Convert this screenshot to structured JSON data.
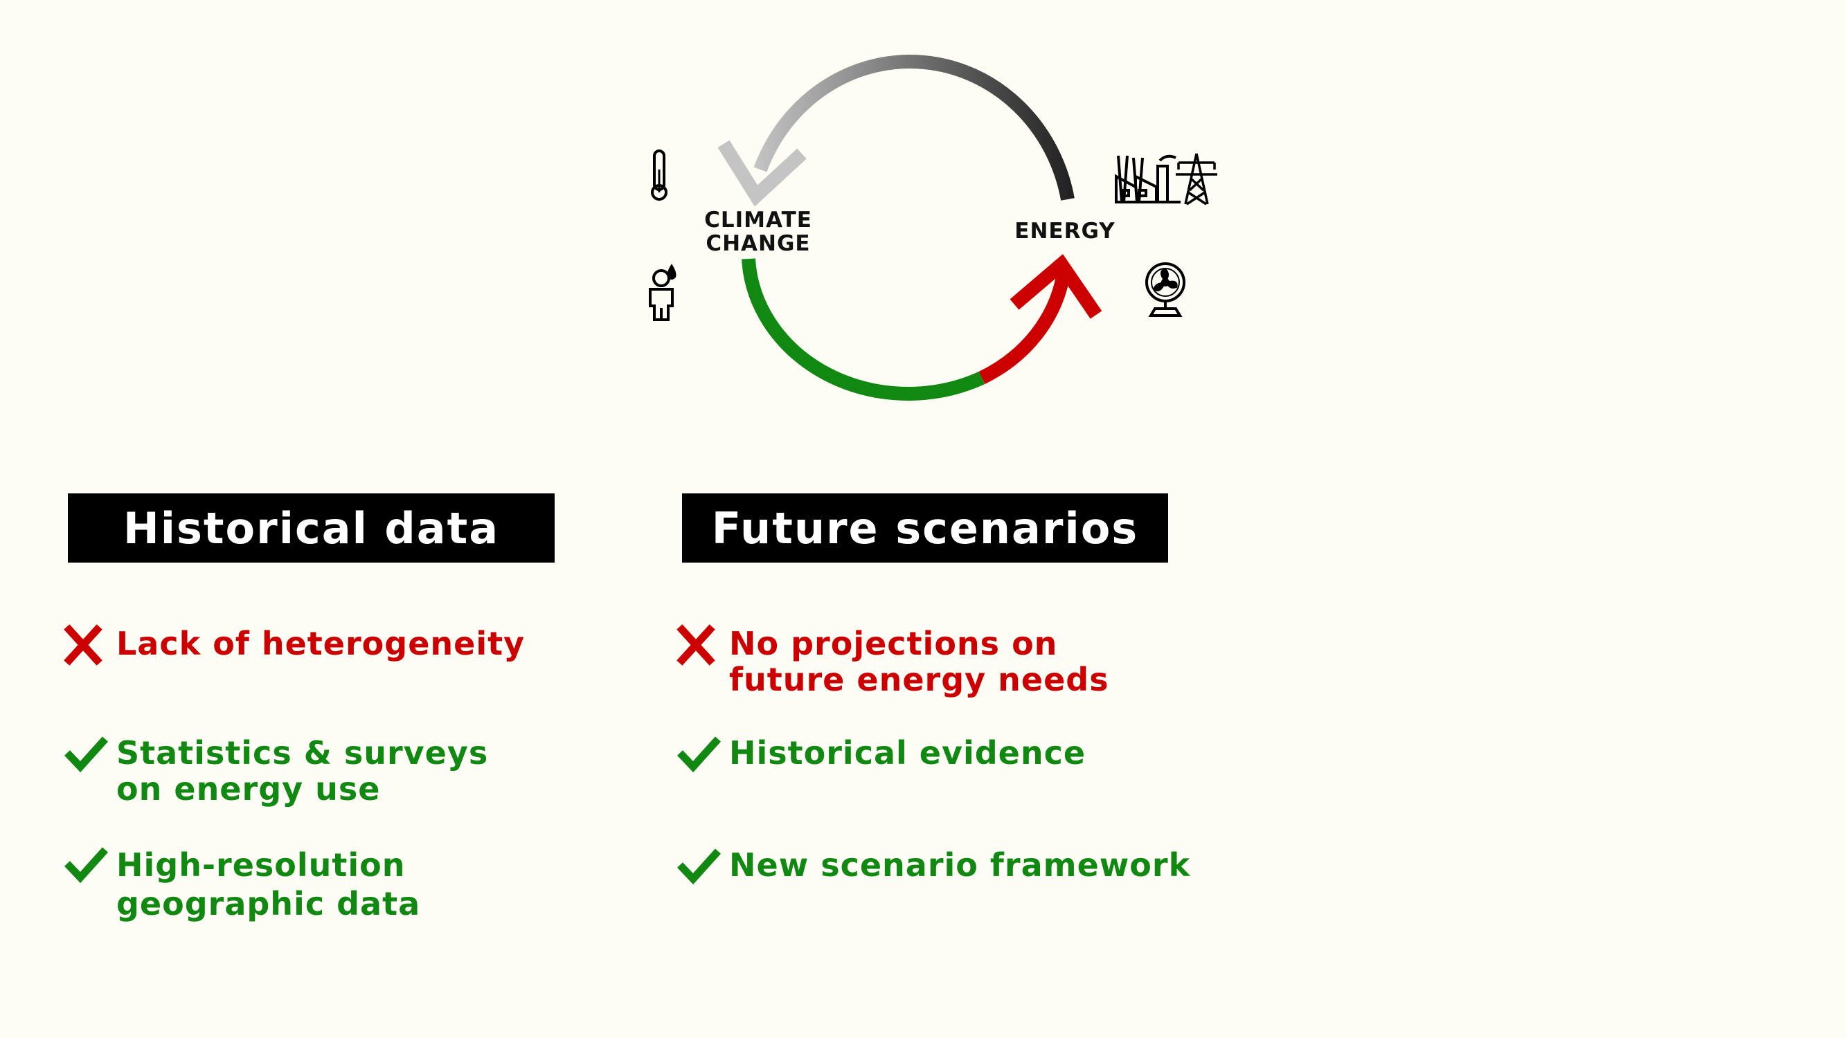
{
  "colors": {
    "background": "#fdfcf5",
    "negative": "#cc0000",
    "positive": "#118811",
    "header_bg": "#000000",
    "header_text": "#ffffff"
  },
  "cycle": {
    "climate_label": "CLIMATE\nCHANGE",
    "energy_label": "ENERGY",
    "icons": [
      "thermometer-icon",
      "sweating-person-icon",
      "power-plant-icon",
      "transmission-tower-icon",
      "electric-fan-icon"
    ]
  },
  "columns": [
    {
      "header": "Historical data",
      "items": [
        {
          "status": "negative",
          "icon": "cross-icon",
          "text": "Lack of heterogeneity"
        },
        {
          "status": "positive",
          "icon": "check-icon",
          "text": "Statistics & surveys\non energy use"
        },
        {
          "status": "positive",
          "icon": "check-icon",
          "text": "High-resolution\ngeographic data"
        }
      ]
    },
    {
      "header": "Future scenarios",
      "items": [
        {
          "status": "negative",
          "icon": "cross-icon",
          "text": "No projections on\nfuture energy needs"
        },
        {
          "status": "positive",
          "icon": "check-icon",
          "text": "Historical evidence"
        },
        {
          "status": "positive",
          "icon": "check-icon",
          "text": "New scenario framework"
        }
      ]
    }
  ]
}
